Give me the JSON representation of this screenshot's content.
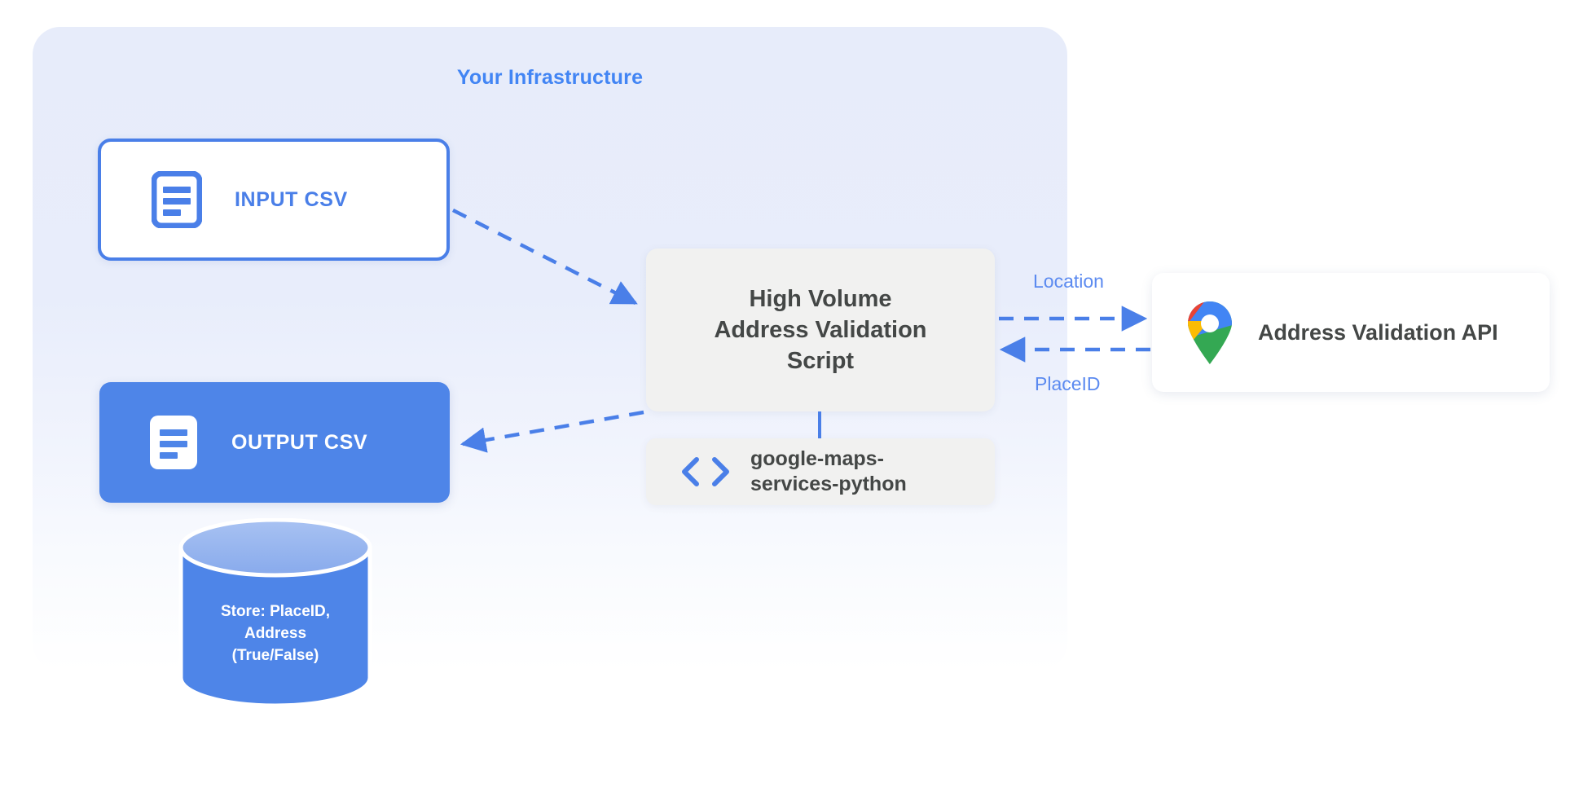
{
  "panel": {
    "title": "Your Infrastructure",
    "accent_color": "#4285f4",
    "background_color": "#e7ecfa"
  },
  "nodes": {
    "input_csv": {
      "label": "INPUT CSV",
      "icon": "document-icon",
      "text_color": "#4a7fe8",
      "background_color": "#ffffff",
      "border_color": "#4a7fe8"
    },
    "output_csv": {
      "label": "OUTPUT CSV",
      "icon": "document-icon",
      "text_color": "#ffffff",
      "background_color": "#4e85e8"
    },
    "script": {
      "line1": "High Volume",
      "line2": "Address Validation",
      "line3": "Script",
      "text_color": "#444746",
      "background_color": "#f1f1f0"
    },
    "library": {
      "line1": "google-maps-",
      "line2": "services-python",
      "icon": "code-brackets-icon",
      "text_color": "#444746",
      "background_color": "#f1f1f0"
    },
    "api": {
      "label": "Address Validation API",
      "icon": "google-maps-pin-icon",
      "text_color": "#444746",
      "background_color": "#ffffff"
    },
    "database": {
      "line1": "Store: PlaceID,",
      "line2": "Address",
      "line3": "(True/False)",
      "icon": "database-cylinder-icon",
      "text_color": "#ffffff",
      "body_color": "#4e85e8",
      "top_color": "#9cb8ef"
    }
  },
  "edges": {
    "input_to_script": {
      "label": "",
      "style": "dashed",
      "direction": "to-script"
    },
    "script_to_output": {
      "label": "",
      "style": "dashed",
      "direction": "to-output"
    },
    "script_to_api": {
      "label": "Location",
      "style": "dashed",
      "direction": "right"
    },
    "api_to_script": {
      "label": "PlaceID",
      "style": "dashed",
      "direction": "left"
    },
    "line_color": "#4a7fe8"
  }
}
